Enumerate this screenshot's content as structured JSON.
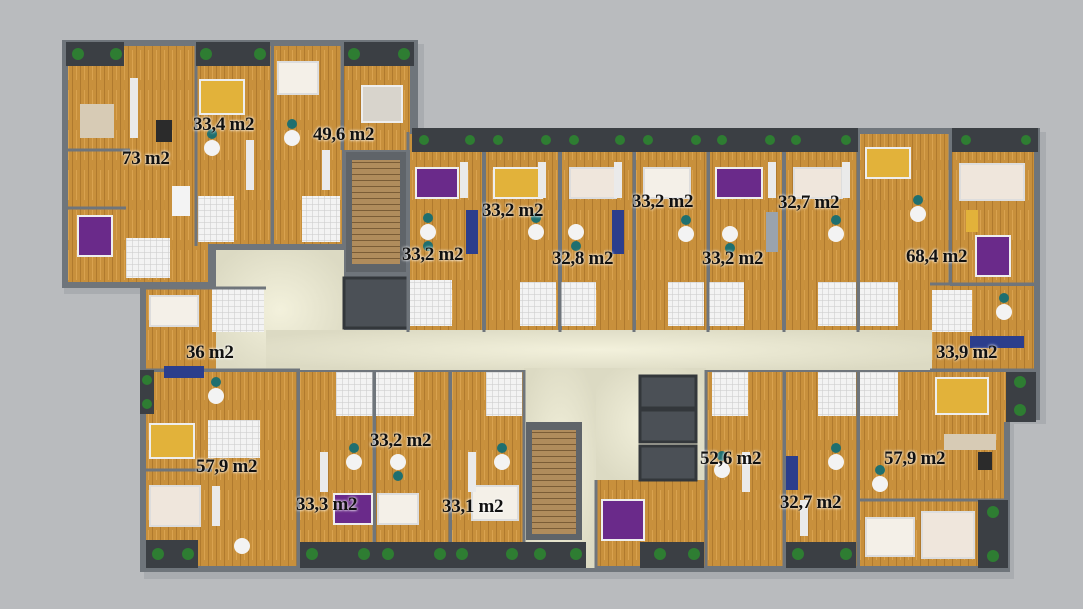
{
  "floor_plan": {
    "colors": {
      "background": "#b9bbbe",
      "wall": "#6f757b",
      "wood_floor": "#c8903c",
      "corridor": "#e6e4cf",
      "tile": "#f1f1f1",
      "stair": "#a58458",
      "elevator": "#4b5056",
      "balcony": "#3b3f44",
      "plant": "#2e7d32",
      "bed_purple": "#6a2a8a",
      "bed_yellow": "#e2b23a",
      "sofa_blue": "#2b3e8c",
      "chair_teal": "#1f6f6f"
    },
    "apartment_labels": [
      {
        "id": "apt-a",
        "area": "33,4 m2"
      },
      {
        "id": "apt-b",
        "area": "49,6 m2"
      },
      {
        "id": "apt-c",
        "area": "73 m2"
      },
      {
        "id": "apt-d",
        "area": "33,2 m2"
      },
      {
        "id": "apt-e",
        "area": "33,2 m2"
      },
      {
        "id": "apt-f",
        "area": "32,7 m2"
      },
      {
        "id": "apt-g",
        "area": "33,2 m2"
      },
      {
        "id": "apt-h",
        "area": "32,8 m2"
      },
      {
        "id": "apt-i",
        "area": "33,2 m2"
      },
      {
        "id": "apt-j",
        "area": "68,4 m2"
      },
      {
        "id": "apt-k",
        "area": "36 m2"
      },
      {
        "id": "apt-l",
        "area": "33,9 m2"
      },
      {
        "id": "apt-m",
        "area": "33,2 m2"
      },
      {
        "id": "apt-n",
        "area": "57,9 m2"
      },
      {
        "id": "apt-o",
        "area": "52,6 m2"
      },
      {
        "id": "apt-p",
        "area": "57,9 m2"
      },
      {
        "id": "apt-q",
        "area": "33,3 m2"
      },
      {
        "id": "apt-r",
        "area": "33,1 m2"
      },
      {
        "id": "apt-s",
        "area": "32,7 m2"
      }
    ]
  }
}
